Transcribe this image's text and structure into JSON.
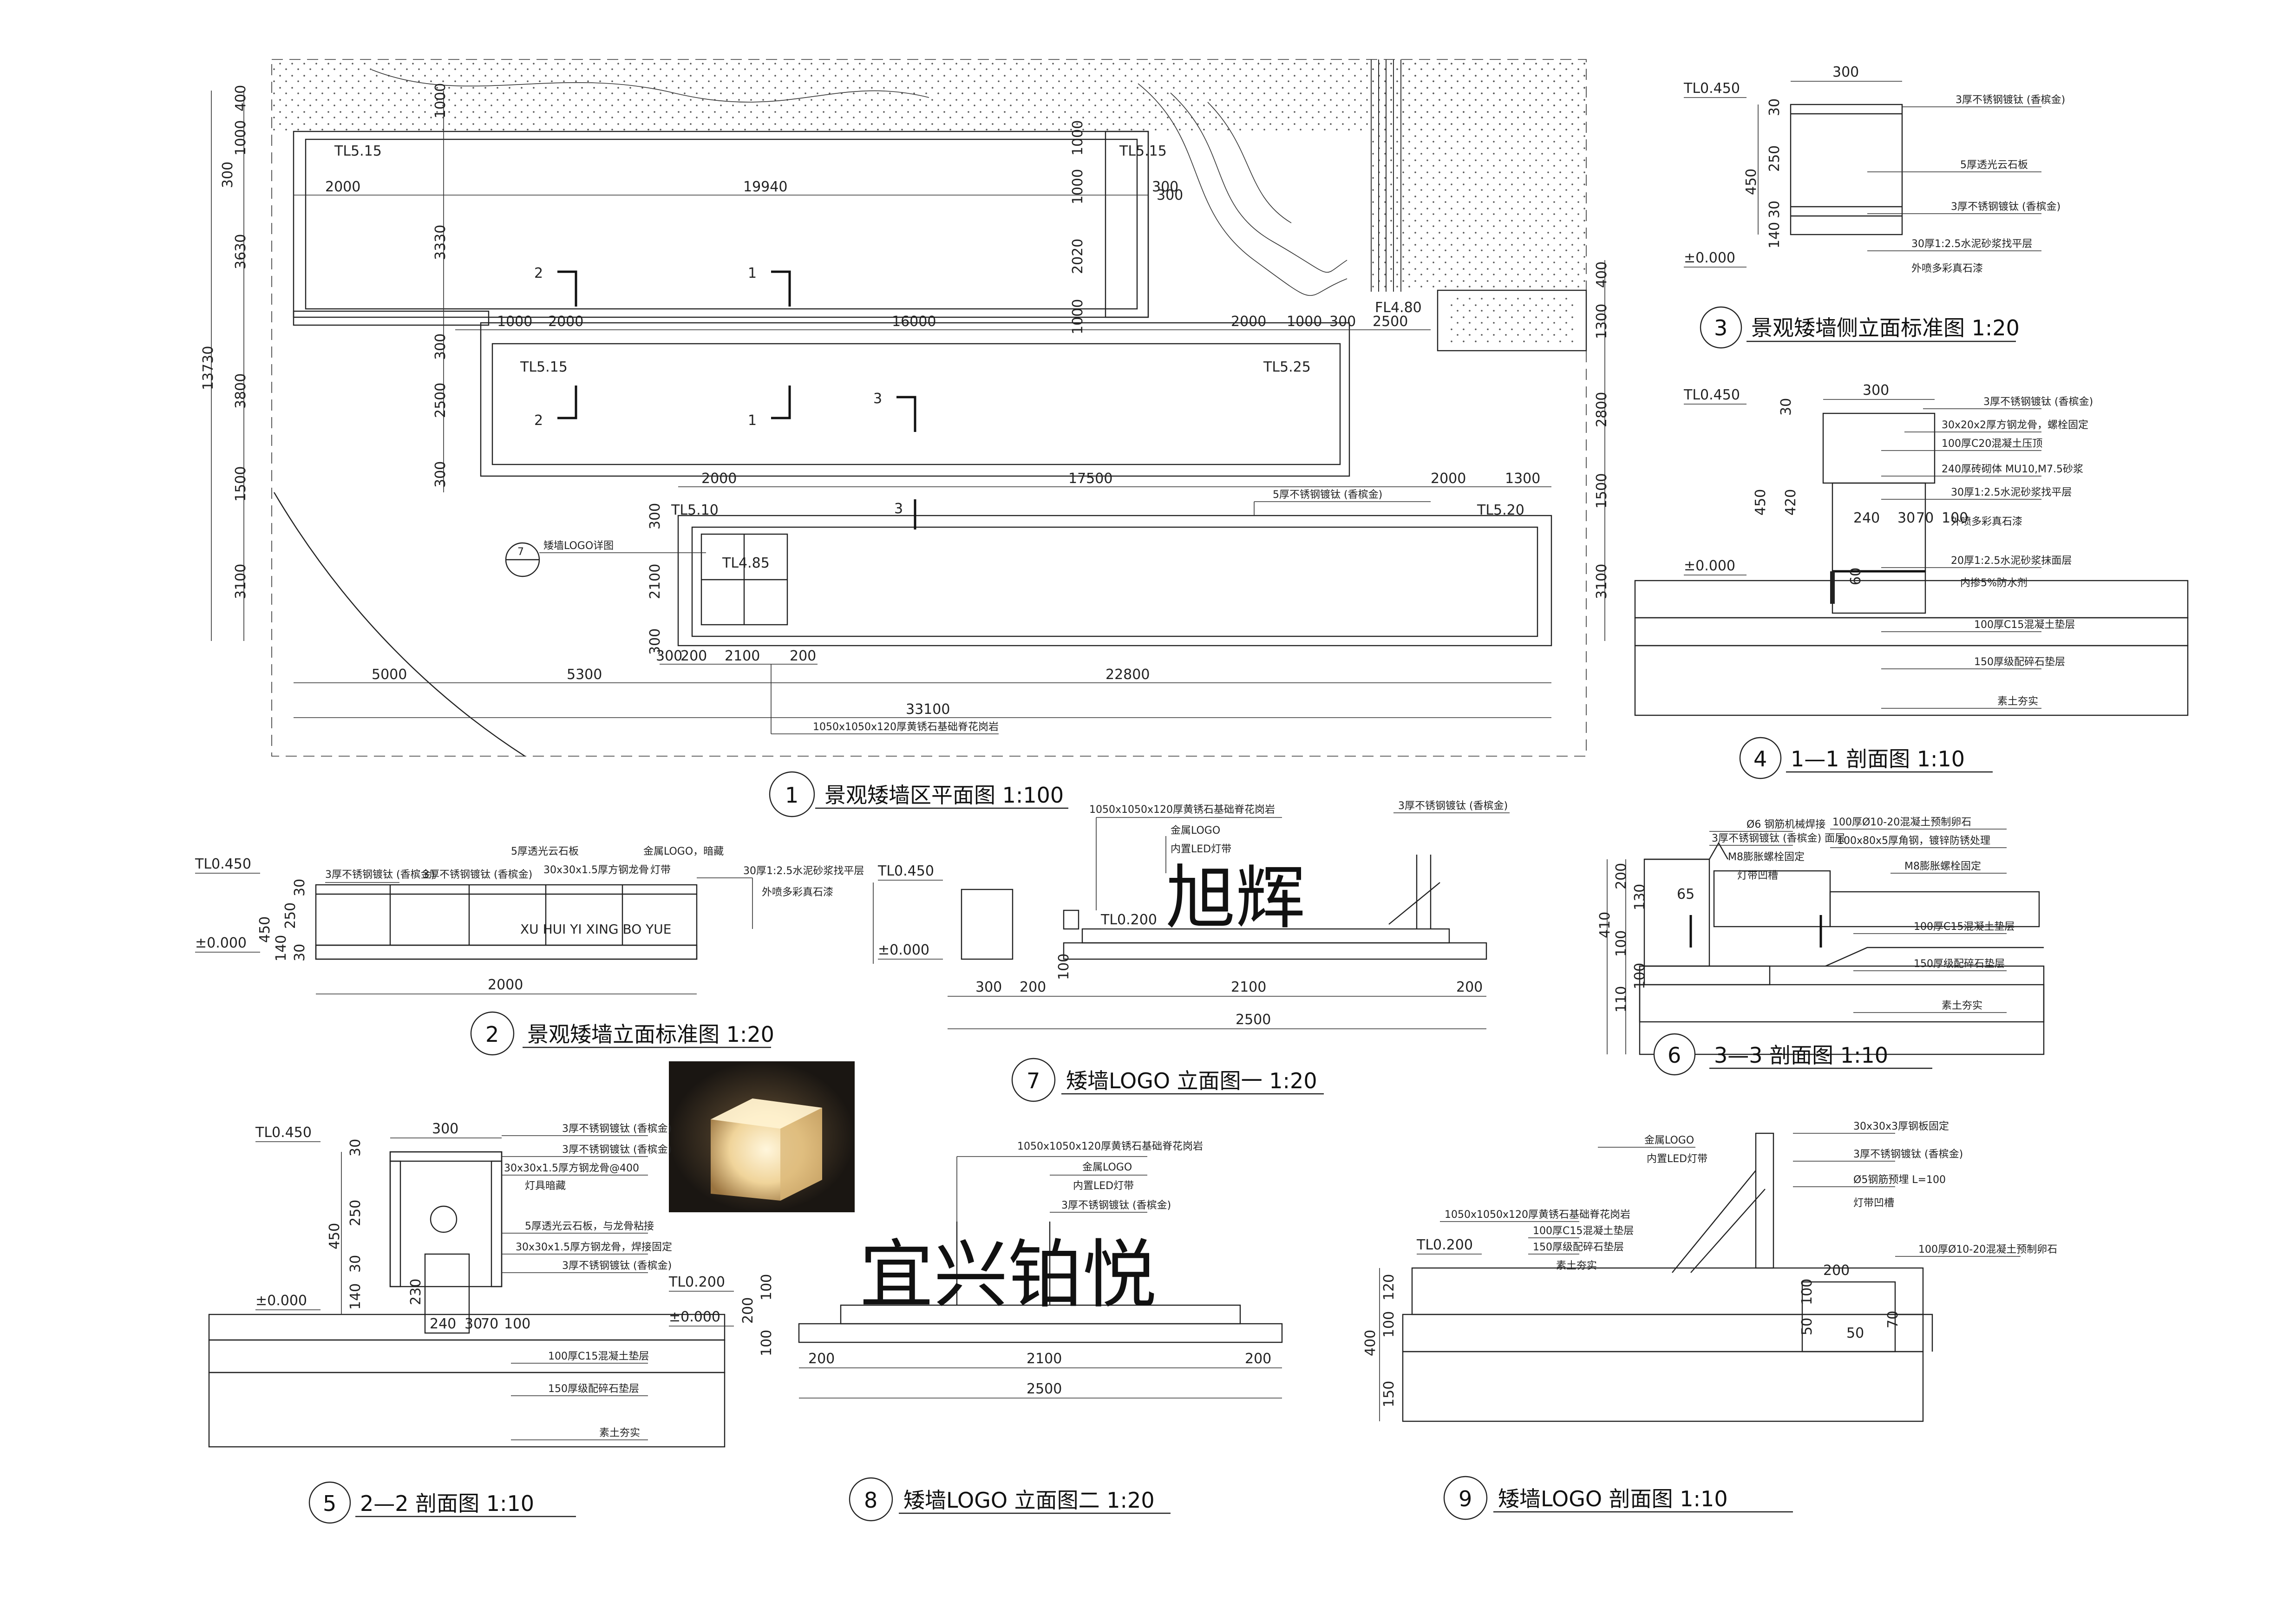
{
  "views": {
    "v1": {
      "num": "1",
      "title": "景观矮墙区平面图 1:100"
    },
    "v2": {
      "num": "2",
      "title": "景观矮墙立面标准图 1:20"
    },
    "v3": {
      "num": "3",
      "title": "景观矮墙侧立面标准图 1:20"
    },
    "v4": {
      "num": "4",
      "title": "1—1 剖面图 1:10"
    },
    "v5": {
      "num": "5",
      "title": "2—2 剖面图 1:10"
    },
    "v6": {
      "num": "6",
      "title": "3—3 剖面图 1:10"
    },
    "v7": {
      "num": "7",
      "title": "矮墙LOGO 立面图一 1:20"
    },
    "v8": {
      "num": "8",
      "title": "矮墙LOGO 立面图二 1:20"
    },
    "v9": {
      "num": "9",
      "title": "矮墙LOGO 剖面图 1:10"
    }
  },
  "plan": {
    "levels": [
      "TL5.15",
      "TL5.15",
      "TL5.15",
      "TL5.25",
      "TL5.10",
      "TL5.20",
      "TL4.85",
      "FL4.80"
    ],
    "top_dims": [
      "2000",
      "19940",
      "300"
    ],
    "mid_dims": [
      "1000",
      "2000",
      "16000",
      "2000",
      "1000",
      "300",
      "2500"
    ],
    "low_dims": [
      "2000",
      "17500",
      "2000",
      "1300"
    ],
    "bottom_dims": [
      "300",
      "200",
      "2100",
      "200"
    ],
    "total_dims": [
      "5000",
      "5300",
      "22800",
      "33100"
    ],
    "left_dims": [
      "400",
      "1000",
      "300",
      "3630",
      "13730",
      "3800",
      "1500",
      "3100"
    ],
    "left_dims2": [
      "1000",
      "3330",
      "300",
      "2500",
      "300"
    ],
    "right_dims": [
      "400",
      "1300",
      "2800",
      "1500",
      "3100"
    ],
    "vert_small": [
      "1000",
      "1000",
      "1000",
      "2020",
      "300"
    ],
    "spot_dims": [
      "300",
      "2100",
      "300"
    ],
    "section_marks": [
      "2",
      "1",
      "2",
      "1",
      "3",
      "3"
    ],
    "logo_ref": "7",
    "logo_note": "矮墙LOGO详图",
    "note_bottom": "1050x1050x120厚黄锈石基础脊花岗岩",
    "note_top": "5厚不锈钢镀钛 (香槟金)"
  },
  "v2_elev": {
    "tl_top": "TL0.450",
    "tl_base": "±0.000",
    "dims_v": [
      "450",
      "250",
      "30",
      "140",
      "30"
    ],
    "dim_w": "2000",
    "logo_text": "XU HUI YI XING BO YUE",
    "notes": [
      "3厚不锈钢镀钛 (香槟金)",
      "3厚不锈钢镀钛 (香槟金)",
      "5厚透光云石板",
      "30x30x1.5厚方钢龙骨",
      "金属LOGO，暗藏",
      "灯带",
      "30厚1:2.5水泥砂浆找平层",
      "外喷多彩真石漆"
    ],
    "side_tl_top": "TL0.450",
    "side_tl_base": "±0.000"
  },
  "v3_side": {
    "tl_top": "TL0.450",
    "tl_base": "±0.000",
    "dim_w": "300",
    "dims_v": [
      "450",
      "250",
      "30",
      "140",
      "30"
    ],
    "notes": [
      "3厚不锈钢镀钛 (香槟金)",
      "5厚透光云石板",
      "3厚不锈钢镀钛 (香槟金)",
      "30厚1:2.5水泥砂浆找平层",
      "外喷多彩真石漆"
    ]
  },
  "v4_sec": {
    "tl_top": "TL0.450",
    "tl_base": "±0.000",
    "dim_w": "300",
    "dims_v": [
      "30",
      "450",
      "420"
    ],
    "dims_h": [
      "240",
      "30",
      "70",
      "100"
    ],
    "dim_60": "60",
    "notes": [
      "3厚不锈钢镀钛 (香槟金)",
      "30x20x2厚方钢龙骨，螺栓固定",
      "100厚C20混凝土压顶",
      "240厚砖砌体 MU10,M7.5砂浆",
      "30厚1:2.5水泥砂浆找平层",
      "外喷多彩真石漆",
      "20厚1:2.5水泥砂浆抹面层",
      "内掺5%防水剂",
      "100厚C15混凝土垫层",
      "150厚级配碎石垫层",
      "素土夯实"
    ]
  },
  "v5_sec": {
    "tl_top": "TL0.450",
    "tl_base": "±0.000",
    "dim_w": "300",
    "dims_v": [
      "30",
      "450",
      "250",
      "30",
      "140",
      "230"
    ],
    "dims_h": [
      "240",
      "30",
      "70",
      "100"
    ],
    "notes": [
      "3厚不锈钢镀钛 (香槟金)",
      "3厚不锈钢镀钛 (香槟金)",
      "30x30x1.5厚方钢龙骨@400",
      "灯具暗藏",
      "5厚透光云石板，与龙骨粘接",
      "30x30x1.5厚方钢龙骨，焊接固定",
      "3厚不锈钢镀钛 (香槟金)",
      "100厚C15混凝土垫层",
      "150厚级配碎石垫层",
      "素土夯实"
    ]
  },
  "v6_sec": {
    "dims_v": [
      "200",
      "130",
      "65",
      "410",
      "100",
      "110",
      "100"
    ],
    "notes": [
      "Ø6 钢筋机械焊接",
      "3厚不锈钢镀钛 (香槟金) 面层",
      "M8膨胀螺栓固定",
      "100厚Ø10-20混凝土预制卵石",
      "100x80x5厚角钢，镀锌防锈处理",
      "M8膨胀螺栓固定",
      "100厚C15混凝土垫层",
      "150厚级配碎石垫层",
      "素土夯实",
      "灯带凹槽"
    ]
  },
  "v7_elev": {
    "chars": "旭辉",
    "tl": "TL0.200",
    "dims": [
      "300",
      "200",
      "2100",
      "200",
      "2500",
      "100"
    ],
    "notes": [
      "1050x1050x120厚黄锈石基础脊花岗岩",
      "金属LOGO",
      "内置LED灯带",
      "3厚不锈钢镀钛 (香槟金)"
    ]
  },
  "v8_elev": {
    "chars": "宜兴铂悦",
    "tl_top": "TL0.200",
    "tl_base": "±0.000",
    "dims": [
      "200",
      "2100",
      "200",
      "2500"
    ],
    "dims_v": [
      "100",
      "200",
      "100"
    ],
    "notes": [
      "1050x1050x120厚黄锈石基础脊花岗岩",
      "金属LOGO",
      "内置LED灯带",
      "3厚不锈钢镀钛 (香槟金)"
    ]
  },
  "v9_sec": {
    "tl": "TL0.200",
    "dims_v": [
      "400",
      "100",
      "120",
      "100",
      "50",
      "150"
    ],
    "dims_h": [
      "200",
      "70",
      "50"
    ],
    "notes": [
      "金属LOGO",
      "内置LED灯带",
      "1050x1050x120厚黄锈石基础脊花岗岩",
      "100厚C15混凝土垫层",
      "150厚级配碎石垫层",
      "素土夯实",
      "30x30x3厚钢板固定",
      "3厚不锈钢镀钛 (香槟金)",
      "Ø5钢筋预埋 L=100",
      "灯带凹槽",
      "100厚Ø10-20混凝土预制卵石"
    ]
  },
  "colors": {
    "line": "#222222",
    "photo_glow": "#f3dca6",
    "photo_bg": "#1a1612"
  }
}
